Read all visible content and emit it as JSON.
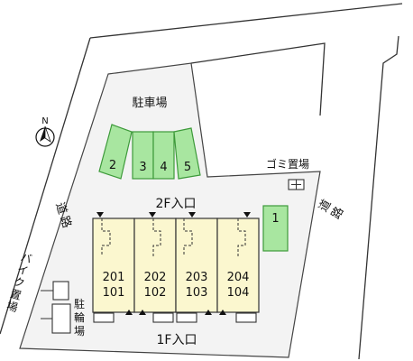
{
  "labels": {
    "parking": "駐車場",
    "garbage": "ゴミ置場",
    "entrance_2f": "2F入口",
    "entrance_1f": "1F入口",
    "road_left": [
      "道",
      "路"
    ],
    "road_right": [
      "道",
      "路"
    ],
    "bike": [
      "バ",
      "イ",
      "ク",
      "置",
      "場"
    ],
    "bicycle": [
      "駐",
      "輪",
      "場"
    ],
    "north": "N"
  },
  "parking_spaces": [
    "2",
    "3",
    "4",
    "5",
    "1"
  ],
  "units": [
    {
      "upper": "201",
      "lower": "101"
    },
    {
      "upper": "202",
      "lower": "102"
    },
    {
      "upper": "203",
      "lower": "103"
    },
    {
      "upper": "204",
      "lower": "104"
    }
  ],
  "colors": {
    "parking_fill": "#a8e6a0",
    "unit_fill": "#fbf7cf",
    "site_fill": "#f3f3f3"
  }
}
